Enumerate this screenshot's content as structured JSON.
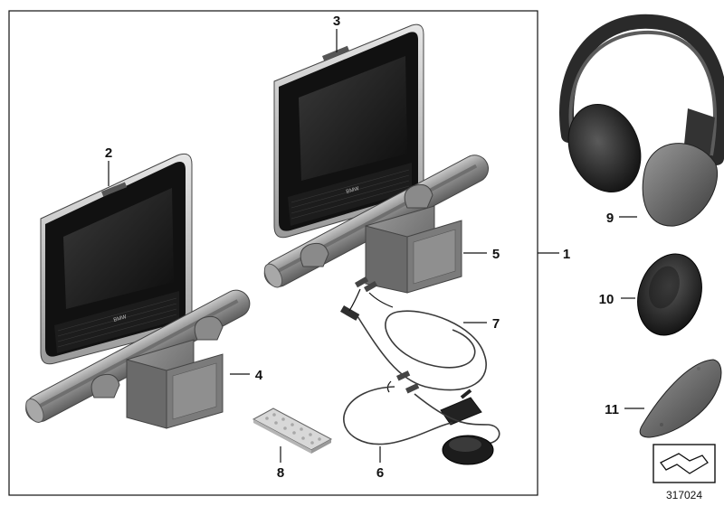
{
  "diagram": {
    "callouts": {
      "c1": "1",
      "c2": "2",
      "c3": "3",
      "c4": "4",
      "c5": "5",
      "c6": "6",
      "c7": "7",
      "c8": "8",
      "c9": "9",
      "c10": "10",
      "c11": "11"
    },
    "screen_brand": "BMW",
    "reference_number": "317024"
  }
}
